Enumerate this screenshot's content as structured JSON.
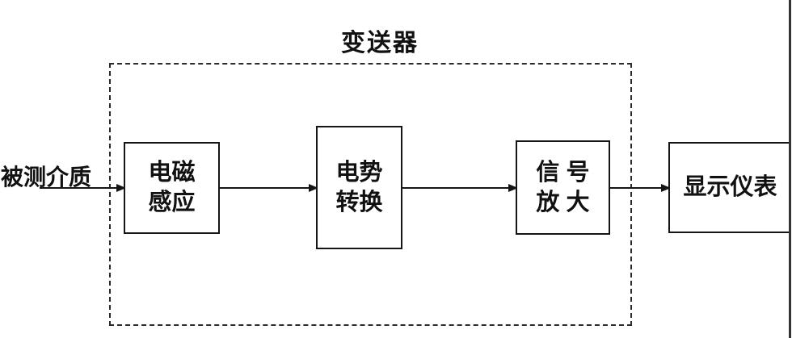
{
  "title": "变送器",
  "input_label": "被测介质",
  "blocks": {
    "induction": {
      "line1": "电磁",
      "line2": "感应"
    },
    "conversion": {
      "line1": "电势",
      "line2": "转换"
    },
    "amplification": {
      "line1": "信号",
      "line2": "放大"
    },
    "display": {
      "line1": "显示仪表"
    }
  },
  "colors": {
    "line": "#151515",
    "dashed_border": "#2b2b2b",
    "background": "#ffffff"
  }
}
